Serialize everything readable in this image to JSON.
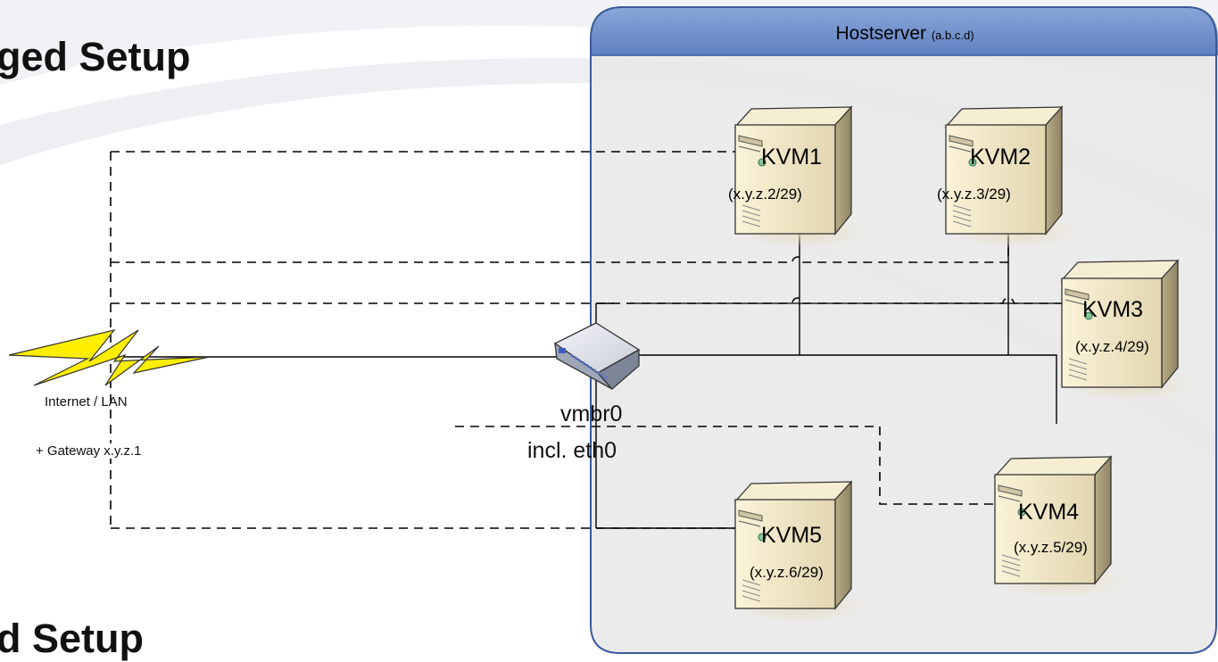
{
  "slide": {
    "title_top": "ged Setup",
    "title_bottom": "d Setup"
  },
  "host": {
    "title": "Hostserver",
    "address": "(a.b.c.d)",
    "fill_color": "#e8e8e8",
    "header_color": "#6f8fc9",
    "border_color": "#3a5a9a"
  },
  "network": {
    "internet_label": "Internet / LAN",
    "gateway_label": "+ Gateway x.y.z.1",
    "switch_name": "vmbr0",
    "switch_detail": "incl. eth0",
    "bolt_color": "#ffee00"
  },
  "vms": [
    {
      "name": "KVM1",
      "ip": "(x.y.z.2/29)"
    },
    {
      "name": "KVM2",
      "ip": "(x.y.z.3/29)"
    },
    {
      "name": "KVM3",
      "ip": "(x.y.z.4/29)"
    },
    {
      "name": "KVM4",
      "ip": "(x.y.z.5/29)"
    },
    {
      "name": "KVM5",
      "ip": "(x.y.z.6/29)"
    }
  ]
}
